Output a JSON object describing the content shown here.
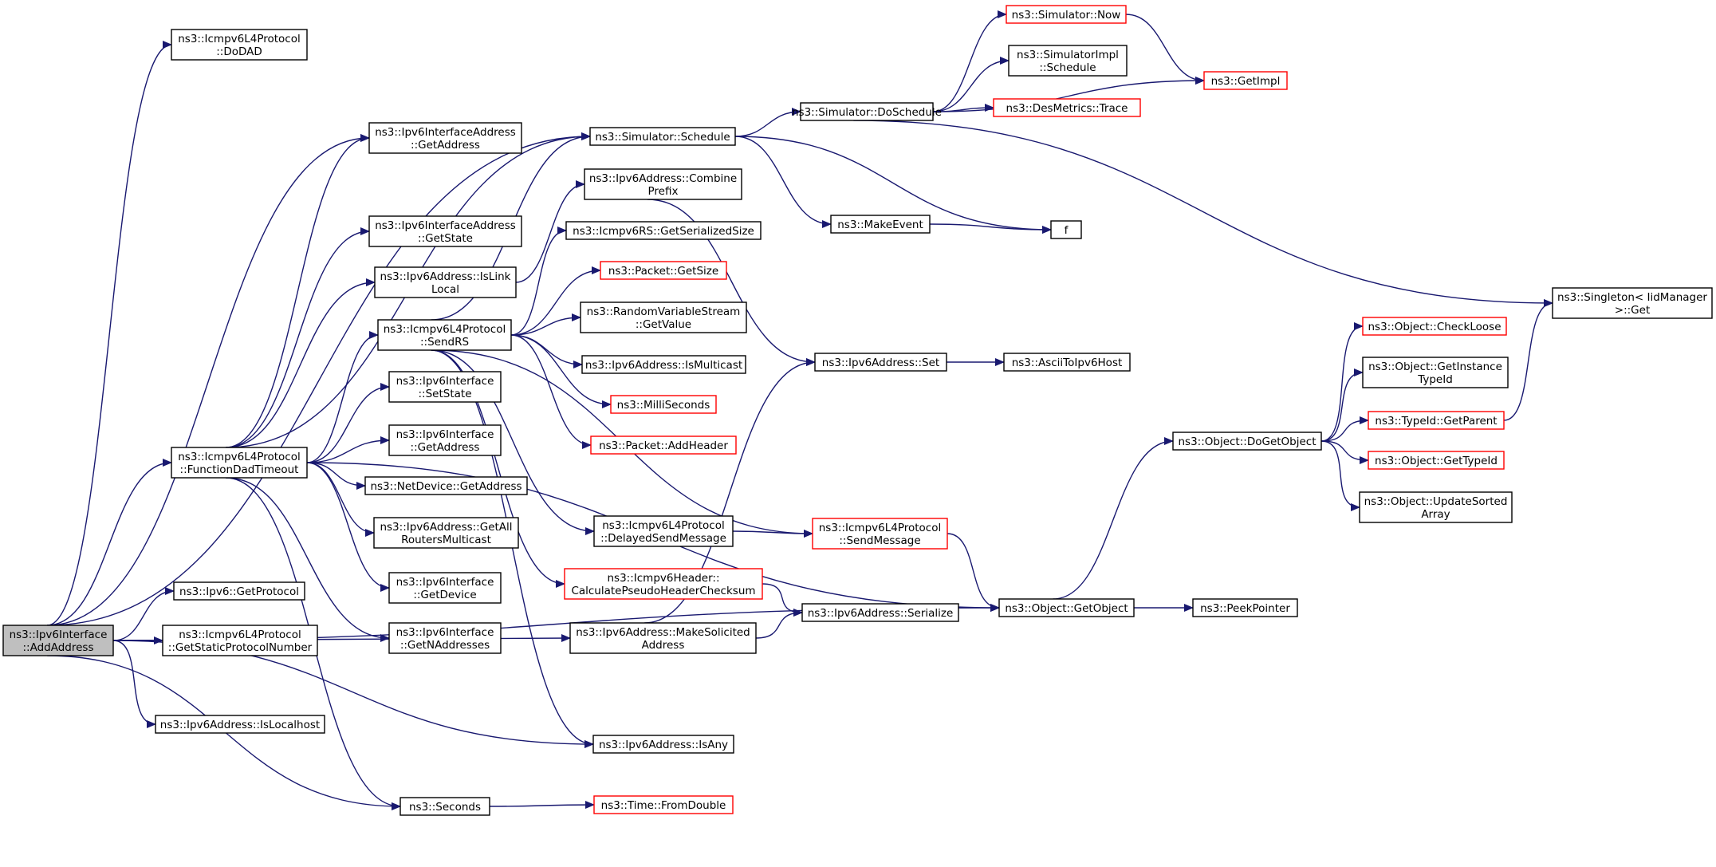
{
  "diagram": {
    "type": "call-graph",
    "edge_color": "#191970",
    "node_border_default": "#000000",
    "node_border_truncated": "#ff0000",
    "root_fill": "#bfbfbf",
    "nodes": [
      {
        "id": "root",
        "lines": [
          "ns3::Ipv6Interface",
          "::AddAddress"
        ],
        "style": "root"
      },
      {
        "id": "dodad",
        "lines": [
          "ns3::Icmpv6L4Protocol",
          "::DoDAD"
        ],
        "style": "normal"
      },
      {
        "id": "fdt",
        "lines": [
          "ns3::Icmpv6L4Protocol",
          "::FunctionDadTimeout"
        ],
        "style": "normal"
      },
      {
        "id": "getproto",
        "lines": [
          "ns3::Ipv6::GetProtocol"
        ],
        "style": "normal"
      },
      {
        "id": "gspn",
        "lines": [
          "ns3::Icmpv6L4Protocol",
          "::GetStaticProtocolNumber"
        ],
        "style": "normal"
      },
      {
        "id": "islocalhost",
        "lines": [
          "ns3::Ipv6Address::IsLocalhost"
        ],
        "style": "normal"
      },
      {
        "id": "iag",
        "lines": [
          "ns3::Ipv6InterfaceAddress",
          "::GetAddress"
        ],
        "style": "normal"
      },
      {
        "id": "ias",
        "lines": [
          "ns3::Ipv6InterfaceAddress",
          "::GetState"
        ],
        "style": "normal"
      },
      {
        "id": "islink",
        "lines": [
          "ns3::Ipv6Address::IsLink",
          "Local"
        ],
        "style": "normal"
      },
      {
        "id": "sendrs",
        "lines": [
          "ns3::Icmpv6L4Protocol",
          "::SendRS"
        ],
        "style": "normal"
      },
      {
        "id": "setstate",
        "lines": [
          "ns3::Ipv6Interface",
          "::SetState"
        ],
        "style": "normal"
      },
      {
        "id": "ifga",
        "lines": [
          "ns3::Ipv6Interface",
          "::GetAddress"
        ],
        "style": "normal"
      },
      {
        "id": "ndga",
        "lines": [
          "ns3::NetDevice::GetAddress"
        ],
        "style": "normal"
      },
      {
        "id": "allrouters",
        "lines": [
          "ns3::Ipv6Address::GetAll",
          "RoutersMulticast"
        ],
        "style": "normal"
      },
      {
        "id": "getdevice",
        "lines": [
          "ns3::Ipv6Interface",
          "::GetDevice"
        ],
        "style": "normal"
      },
      {
        "id": "getnaddr",
        "lines": [
          "ns3::Ipv6Interface",
          "::GetNAddresses"
        ],
        "style": "normal"
      },
      {
        "id": "seconds",
        "lines": [
          "ns3::Seconds"
        ],
        "style": "normal"
      },
      {
        "id": "schedule",
        "lines": [
          "ns3::Simulator::Schedule"
        ],
        "style": "normal"
      },
      {
        "id": "combine",
        "lines": [
          "ns3::Ipv6Address::Combine",
          "Prefix"
        ],
        "style": "normal"
      },
      {
        "id": "rssize",
        "lines": [
          "ns3::Icmpv6RS::GetSerializedSize"
        ],
        "style": "normal"
      },
      {
        "id": "pktsize",
        "lines": [
          "ns3::Packet::GetSize"
        ],
        "style": "truncated"
      },
      {
        "id": "rvs",
        "lines": [
          "ns3::RandomVariableStream",
          "::GetValue"
        ],
        "style": "normal"
      },
      {
        "id": "ismulti",
        "lines": [
          "ns3::Ipv6Address::IsMulticast"
        ],
        "style": "normal"
      },
      {
        "id": "milli",
        "lines": [
          "ns3::MilliSeconds"
        ],
        "style": "truncated"
      },
      {
        "id": "addheader",
        "lines": [
          "ns3::Packet::AddHeader"
        ],
        "style": "truncated"
      },
      {
        "id": "delayed",
        "lines": [
          "ns3::Icmpv6L4Protocol",
          "::DelayedSendMessage"
        ],
        "style": "normal"
      },
      {
        "id": "pseudo",
        "lines": [
          "ns3::Icmpv6Header::",
          "CalculatePseudoHeaderChecksum"
        ],
        "style": "truncated"
      },
      {
        "id": "solicited",
        "lines": [
          "ns3::Ipv6Address::MakeSolicited",
          "Address"
        ],
        "style": "normal"
      },
      {
        "id": "isany",
        "lines": [
          "ns3::Ipv6Address::IsAny"
        ],
        "style": "normal"
      },
      {
        "id": "fromdouble",
        "lines": [
          "ns3::Time::FromDouble"
        ],
        "style": "truncated"
      },
      {
        "id": "doschedule",
        "lines": [
          "ns3::Simulator::DoSchedule"
        ],
        "style": "normal"
      },
      {
        "id": "makeevent",
        "lines": [
          "ns3::MakeEvent"
        ],
        "style": "normal"
      },
      {
        "id": "ipset",
        "lines": [
          "ns3::Ipv6Address::Set"
        ],
        "style": "normal"
      },
      {
        "id": "sendmsg",
        "lines": [
          "ns3::Icmpv6L4Protocol",
          "::SendMessage"
        ],
        "style": "truncated"
      },
      {
        "id": "serialize",
        "lines": [
          "ns3::Ipv6Address::Serialize"
        ],
        "style": "normal"
      },
      {
        "id": "simnow",
        "lines": [
          "ns3::Simulator::Now"
        ],
        "style": "truncated"
      },
      {
        "id": "simimpl",
        "lines": [
          "ns3::SimulatorImpl",
          "::Schedule"
        ],
        "style": "normal"
      },
      {
        "id": "desmetrics",
        "lines": [
          "ns3::DesMetrics::Trace"
        ],
        "style": "truncated"
      },
      {
        "id": "f",
        "lines": [
          "f"
        ],
        "style": "normal"
      },
      {
        "id": "ascii",
        "lines": [
          "ns3::AsciiToIpv6Host"
        ],
        "style": "normal"
      },
      {
        "id": "getobject",
        "lines": [
          "ns3::Object::GetObject"
        ],
        "style": "normal"
      },
      {
        "id": "getimpl",
        "lines": [
          "ns3::GetImpl"
        ],
        "style": "truncated"
      },
      {
        "id": "peek",
        "lines": [
          "ns3::PeekPointer"
        ],
        "style": "normal"
      },
      {
        "id": "dogetobject",
        "lines": [
          "ns3::Object::DoGetObject"
        ],
        "style": "normal"
      },
      {
        "id": "checkloose",
        "lines": [
          "ns3::Object::CheckLoose"
        ],
        "style": "truncated"
      },
      {
        "id": "instance",
        "lines": [
          "ns3::Object::GetInstance",
          "TypeId"
        ],
        "style": "normal"
      },
      {
        "id": "getparent",
        "lines": [
          "ns3::TypeId::GetParent"
        ],
        "style": "truncated"
      },
      {
        "id": "gettypeid",
        "lines": [
          "ns3::Object::GetTypeId"
        ],
        "style": "truncated"
      },
      {
        "id": "sorted",
        "lines": [
          "ns3::Object::UpdateSorted",
          "Array"
        ],
        "style": "normal"
      },
      {
        "id": "singleton",
        "lines": [
          "ns3::Singleton< IidManager",
          " >::Get"
        ],
        "style": "normal"
      }
    ],
    "edges": [
      [
        "root",
        "dodad"
      ],
      [
        "root",
        "fdt"
      ],
      [
        "root",
        "getproto"
      ],
      [
        "root",
        "gspn"
      ],
      [
        "root",
        "islocalhost"
      ],
      [
        "root",
        "iag"
      ],
      [
        "root",
        "schedule"
      ],
      [
        "root",
        "solicited"
      ],
      [
        "root",
        "isany"
      ],
      [
        "root",
        "seconds"
      ],
      [
        "root",
        "getobject"
      ],
      [
        "fdt",
        "iag"
      ],
      [
        "fdt",
        "ias"
      ],
      [
        "fdt",
        "islink"
      ],
      [
        "fdt",
        "sendrs"
      ],
      [
        "fdt",
        "setstate"
      ],
      [
        "fdt",
        "ifga"
      ],
      [
        "fdt",
        "ndga"
      ],
      [
        "fdt",
        "allrouters"
      ],
      [
        "fdt",
        "getdevice"
      ],
      [
        "fdt",
        "getnaddr"
      ],
      [
        "fdt",
        "seconds"
      ],
      [
        "fdt",
        "schedule"
      ],
      [
        "fdt",
        "getobject"
      ],
      [
        "islink",
        "combine"
      ],
      [
        "sendrs",
        "schedule"
      ],
      [
        "sendrs",
        "rssize"
      ],
      [
        "sendrs",
        "pktsize"
      ],
      [
        "sendrs",
        "rvs"
      ],
      [
        "sendrs",
        "ismulti"
      ],
      [
        "sendrs",
        "milli"
      ],
      [
        "sendrs",
        "addheader"
      ],
      [
        "sendrs",
        "delayed"
      ],
      [
        "sendrs",
        "pseudo"
      ],
      [
        "sendrs",
        "isany"
      ],
      [
        "sendrs",
        "sendmsg"
      ],
      [
        "schedule",
        "doschedule"
      ],
      [
        "schedule",
        "makeevent"
      ],
      [
        "schedule",
        "f"
      ],
      [
        "doschedule",
        "simnow"
      ],
      [
        "doschedule",
        "simimpl"
      ],
      [
        "doschedule",
        "desmetrics"
      ],
      [
        "doschedule",
        "getimpl"
      ],
      [
        "doschedule",
        "singleton"
      ],
      [
        "simnow",
        "getimpl"
      ],
      [
        "makeevent",
        "f"
      ],
      [
        "combine",
        "ipset"
      ],
      [
        "ipset",
        "ascii"
      ],
      [
        "solicited",
        "ipset"
      ],
      [
        "solicited",
        "serialize"
      ],
      [
        "delayed",
        "sendmsg"
      ],
      [
        "pseudo",
        "serialize"
      ],
      [
        "sendmsg",
        "getobject"
      ],
      [
        "seconds",
        "fromdouble"
      ],
      [
        "getobject",
        "peek"
      ],
      [
        "getobject",
        "dogetobject"
      ],
      [
        "dogetobject",
        "checkloose"
      ],
      [
        "dogetobject",
        "instance"
      ],
      [
        "dogetobject",
        "getparent"
      ],
      [
        "dogetobject",
        "gettypeid"
      ],
      [
        "dogetobject",
        "sorted"
      ],
      [
        "getparent",
        "singleton"
      ]
    ]
  }
}
